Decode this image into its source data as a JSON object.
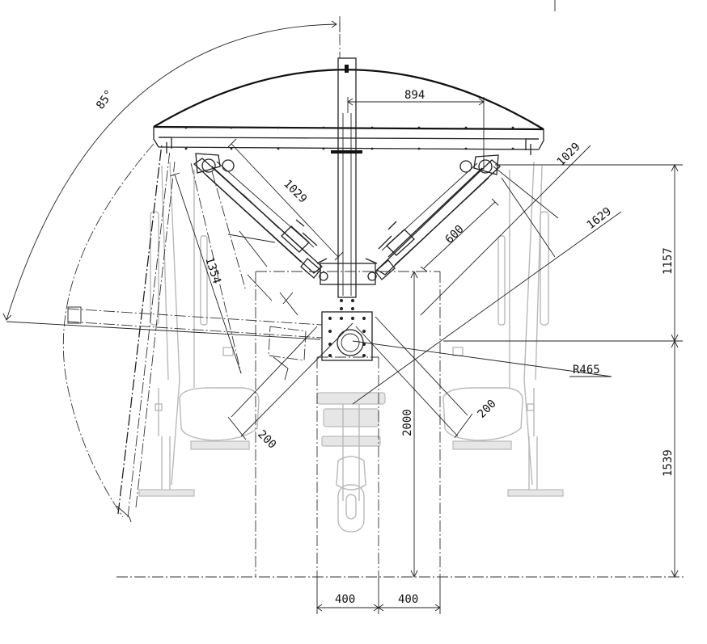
{
  "drawing": {
    "dimensions": {
      "angle": "85°",
      "width_894": "894",
      "d1029_left": "1029",
      "d1029_right": "1029",
      "d1354": "1354",
      "d600": "600",
      "d1629": "1629",
      "d1157": "1157",
      "r465": "R465",
      "d2000": "2000",
      "d200_left": "200",
      "d200_right": "200",
      "d1539": "1539",
      "d400_left": "400",
      "d400_right": "400"
    }
  }
}
